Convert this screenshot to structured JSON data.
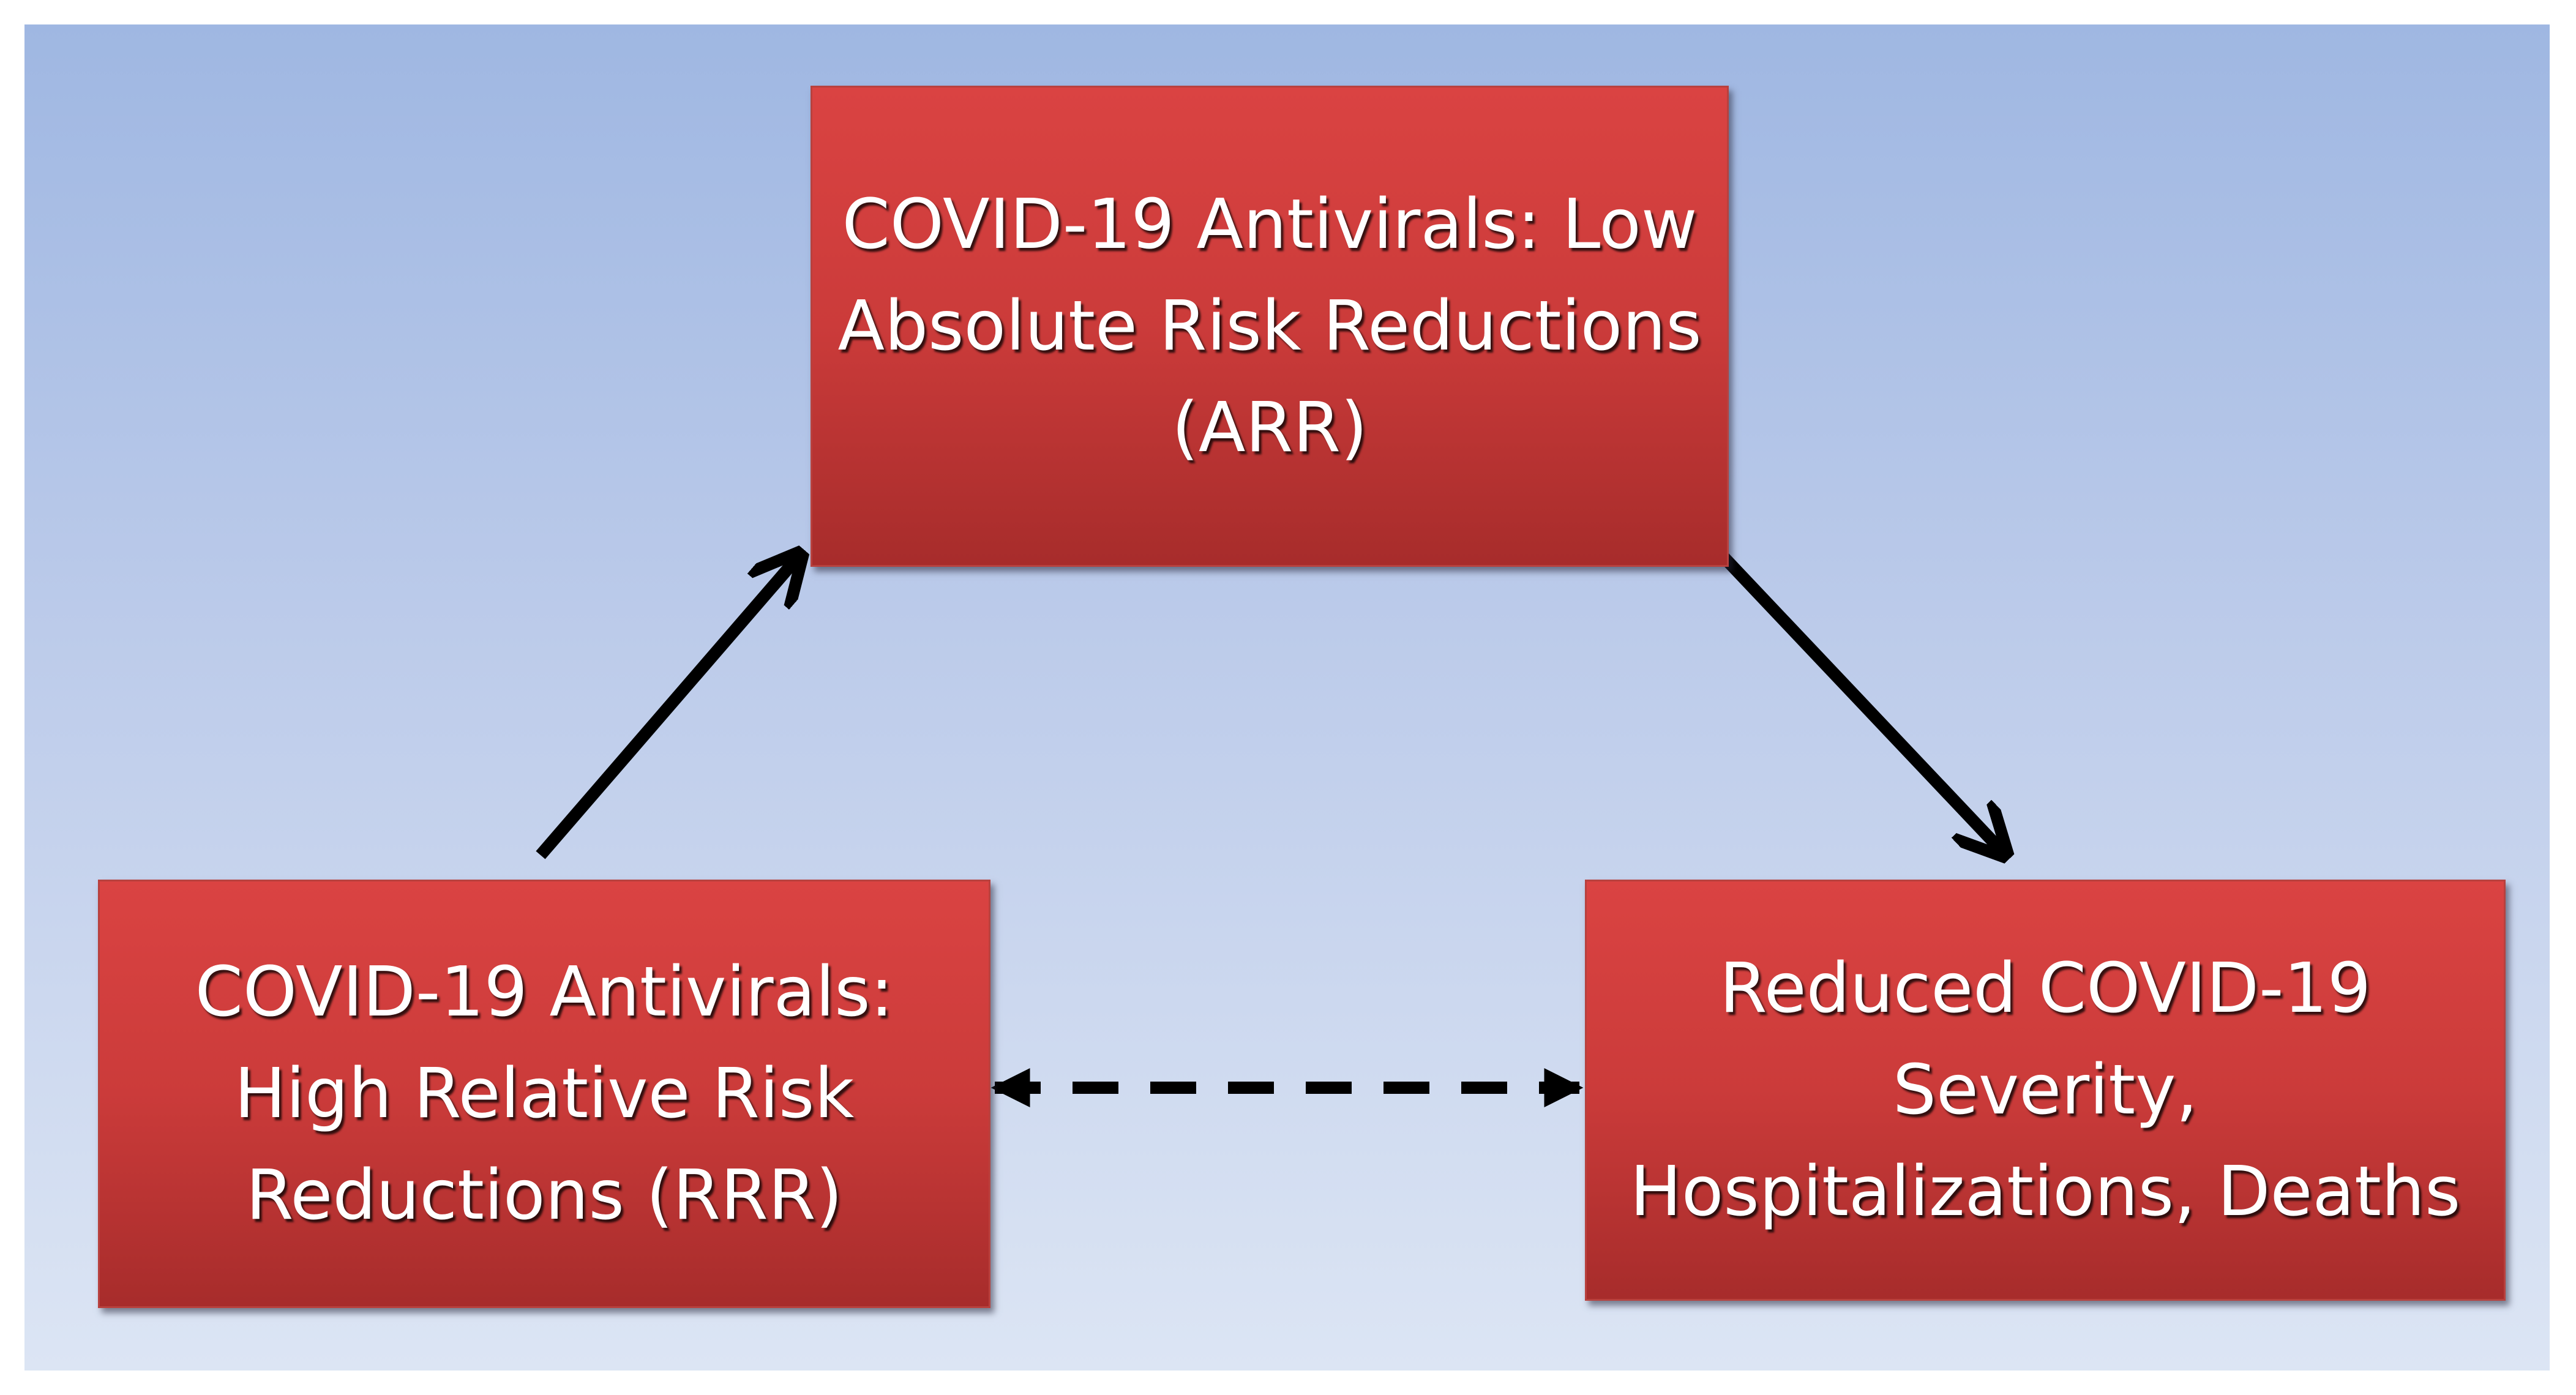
{
  "nodes": {
    "top": {
      "text": "COVID-19 Antivirals: Low\nAbsolute Risk Reductions\n(ARR)"
    },
    "left": {
      "text": "COVID-19 Antivirals:\nHigh Relative Risk\nReductions (RRR)"
    },
    "right": {
      "text": "Reduced COVID-19\nSeverity,\nHospitalizations, Deaths"
    }
  },
  "edges": [
    {
      "from": "left",
      "to": "top",
      "style": "solid",
      "direction": "forward"
    },
    {
      "from": "top",
      "to": "right",
      "style": "solid",
      "direction": "forward"
    },
    {
      "from": "left",
      "to": "right",
      "style": "dashed",
      "direction": "both"
    }
  ],
  "colors": {
    "box_fill": "#cb3b3a",
    "box_text": "#ffffff",
    "background_top": "#9fb7e2",
    "background_bottom": "#dce5f4",
    "arrow": "#000000"
  }
}
